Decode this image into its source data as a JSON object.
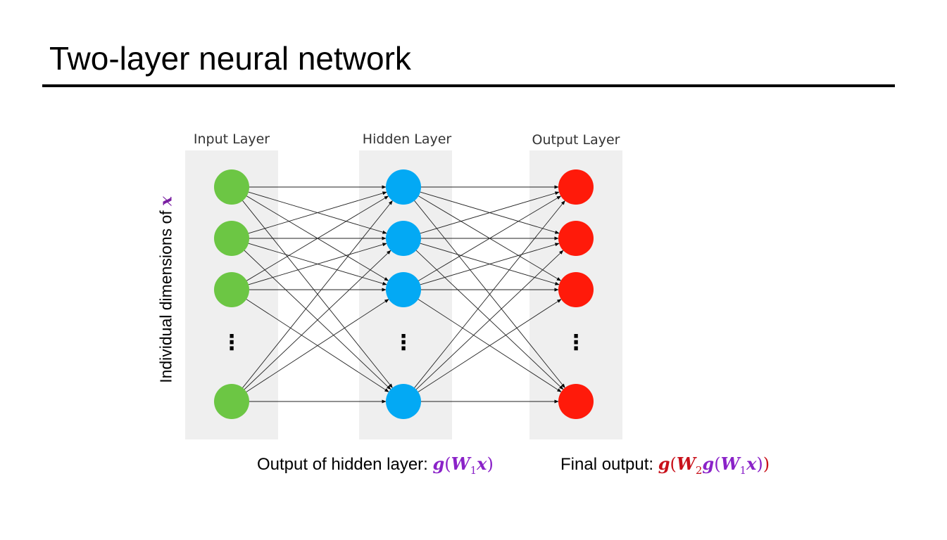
{
  "title": "Two-layer neural network",
  "layers": [
    {
      "label": "Input Layer",
      "color": "#6cc644"
    },
    {
      "label": "Hidden Layer",
      "color": "#03a9f4"
    },
    {
      "label": "Output Layer",
      "color": "#ff1a0a"
    }
  ],
  "axis_label": {
    "text": "Individual dimensions of ",
    "variable": "x"
  },
  "dots": "⋮",
  "hidden_output": {
    "label": "Output of hidden layer: ",
    "g": "g",
    "open": "(",
    "W": "W",
    "sub": "1",
    "x": "x",
    "close": ")"
  },
  "final_output": {
    "label": "Final output: ",
    "g_outer": "g",
    "open_outer": "(",
    "W2": "W",
    "sub2": "2",
    "g_inner": "g",
    "open_inner": "(",
    "W1": "W",
    "sub1": "1",
    "x": "x",
    "close_inner": ")",
    "close_outer": ")"
  },
  "colors": {
    "purple": "#8a22c8",
    "red": "#c8101a",
    "panel": "#efefef"
  }
}
